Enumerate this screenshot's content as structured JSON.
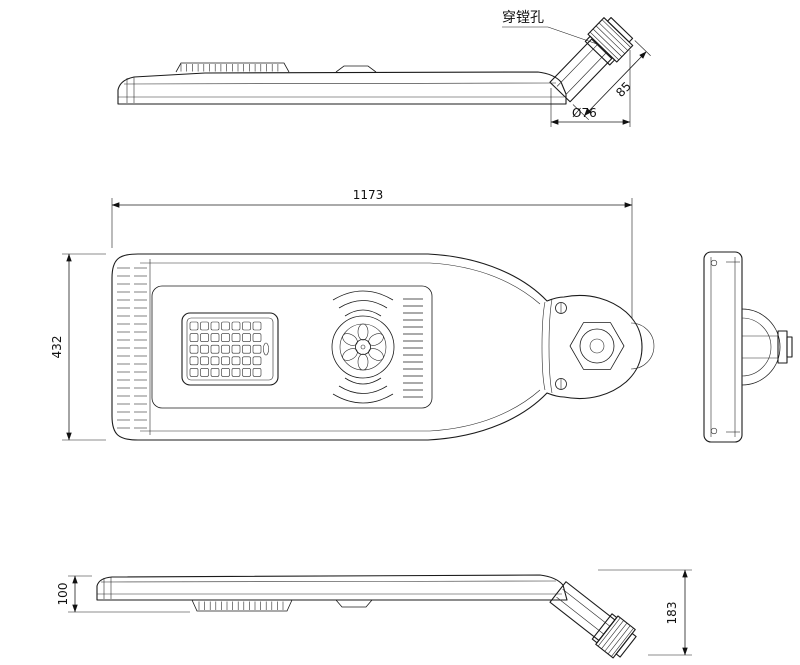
{
  "drawing": {
    "type": "technical-orthographic-drawing",
    "subject": "all-in-one solar street light",
    "line_color": "#1b1b1b",
    "background": "#ffffff",
    "labels": {
      "through_hole": "穿镗孔",
      "mount_length": "85",
      "pole_diameter": "Ø76",
      "overall_length": "1173",
      "overall_width": "432",
      "body_height": "100",
      "total_height": "183"
    },
    "views": [
      {
        "id": "top-side-view",
        "desc": "side profile with angled pole mount up"
      },
      {
        "id": "main-top-view",
        "desc": "plan view with LED panel, radar sensor, vents, pole bracket"
      },
      {
        "id": "end-view",
        "desc": "end elevation with pole socket"
      },
      {
        "id": "bottom-side-view",
        "desc": "side profile with angled pole mount down"
      }
    ]
  }
}
